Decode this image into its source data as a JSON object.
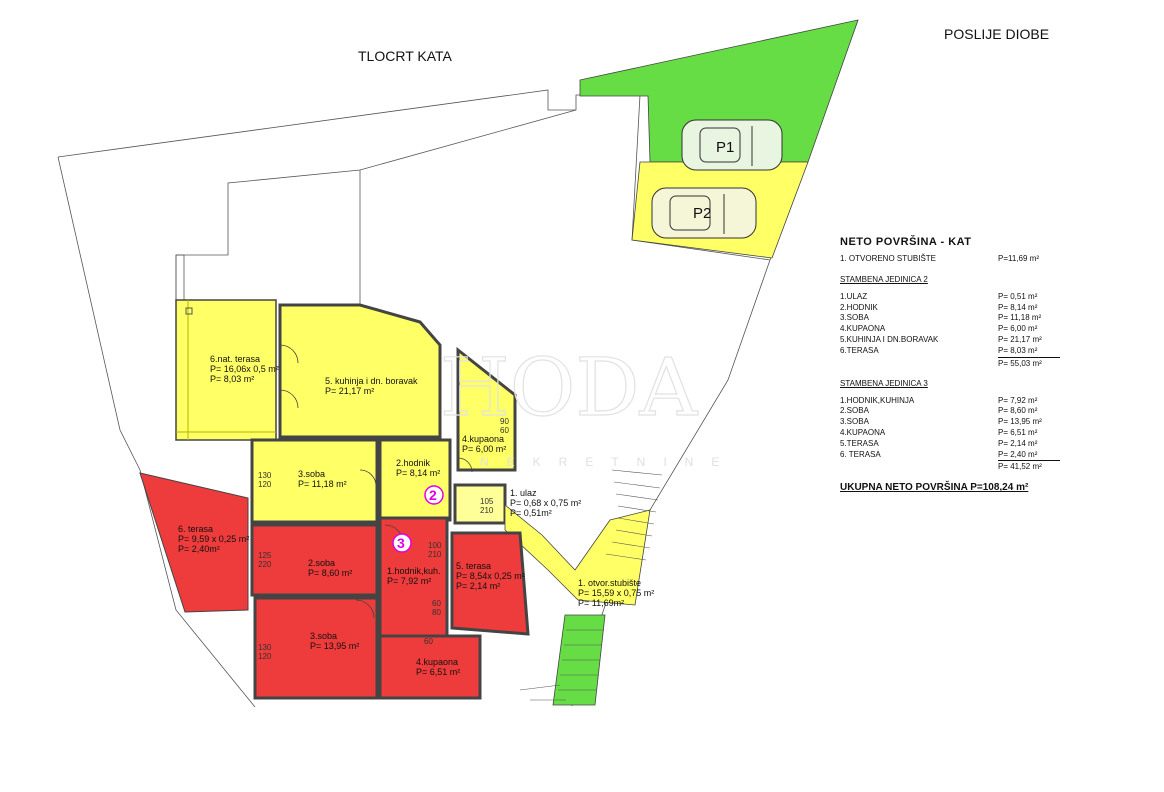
{
  "titles": {
    "plan": "TLOCRT KATA",
    "after": "POSLIJE  DIOBE"
  },
  "colors": {
    "unit2": "#ffff66",
    "unit3": "#ee3b3b",
    "green": "#66dd44",
    "line": "#444444"
  },
  "watermark": {
    "logo": "HODA",
    "sub": "NEKRETNINE"
  },
  "parking": {
    "p1": "P1",
    "p2": "P2"
  },
  "unit_numbers": {
    "u2": "2",
    "u3": "3"
  },
  "rooms": {
    "terasa6": {
      "l1": "6.nat. terasa",
      "l2": "P= 16,06x 0,5 m²",
      "l3": "P= 8,03 m²"
    },
    "kuhinja5": {
      "l1": "5. kuhinja i dn. boravak",
      "l2": "P= 21,17 m²"
    },
    "kupaona4": {
      "l1": "4.kupaona",
      "l2": "P= 6,00 m²"
    },
    "soba3": {
      "l1": "3.soba",
      "l2": "P= 11,18 m²"
    },
    "hodnik2": {
      "l1": "2.hodnik",
      "l2": "P= 8,14 m²"
    },
    "ulaz1": {
      "l1": "1. ulaz",
      "l2": "P= 0,68 x 0,75 m²",
      "l3": "P= 0,51m²"
    },
    "terasa6b": {
      "l1": "6. terasa",
      "l2": "P= 9,59 x 0,25 m²",
      "l3": "P= 2,40m²"
    },
    "soba2b": {
      "l1": "2.soba",
      "l2": "P= 8,60 m²"
    },
    "hodnik1b": {
      "l1": "1.hodnik,kuh.",
      "l2": "P= 7,92 m²"
    },
    "terasa5b": {
      "l1": "5.  terasa",
      "l2": "P= 8,54x 0,25 m²",
      "l3": "P= 2,14 m²"
    },
    "soba3b": {
      "l1": "3.soba",
      "l2": "P= 13,95 m²"
    },
    "kupaona4b": {
      "l1": "4.kupaona",
      "l2": "P= 6,51 m²"
    },
    "stubiste": {
      "l1": "1. otvor.stubište",
      "l2": "P= 15,59 x 0,75 m²",
      "l3": "P= 11,69m²"
    }
  },
  "dims": {
    "d1": "130",
    "d2": "120",
    "d3": "105",
    "d4": "210",
    "d5": "125",
    "d6": "220",
    "d7": "100",
    "d8": "210",
    "d9": "60",
    "d10": "80",
    "d11": "130",
    "d12": "120",
    "d13": "60",
    "d14": "90",
    "d15": "60"
  },
  "legend": {
    "title": "NETO  POVRŠINA -  KAT",
    "stair": {
      "k": "1. OTVORENO STUBIŠTE",
      "v": "P=11,69 m²"
    },
    "unit2_title": "STAMBENA JEDINICA 2",
    "unit2": [
      {
        "k": "1.ULAZ",
        "v": "P=   0,51 m²"
      },
      {
        "k": "2.HODNIK",
        "v": "P=   8,14 m²"
      },
      {
        "k": "3.SOBA",
        "v": "P= 11,18 m²"
      },
      {
        "k": "4.KUPAONA",
        "v": "P=   6,00 m²"
      },
      {
        "k": "5.KUHINJA I DN.BORAVAK",
        "v": "P= 21,17 m²"
      },
      {
        "k": "6.TERASA",
        "v": "P=   8,03 m²"
      }
    ],
    "unit2_sum": "P= 55,03 m²",
    "unit3_title": "STAMBENA JEDINICA 3",
    "unit3": [
      {
        "k": "1.HODNIK,KUHINJA",
        "v": "P=   7,92 m²"
      },
      {
        "k": "2.SOBA",
        "v": "P=   8,60 m²"
      },
      {
        "k": "3.SOBA",
        "v": "P= 13,95 m²"
      },
      {
        "k": "4.KUPAONA",
        "v": "P=   6,51 m²"
      },
      {
        "k": "5.TERASA",
        "v": "P=   2,14 m²"
      },
      {
        "k": "6. TERASA",
        "v": "P=   2,40 m²"
      }
    ],
    "unit3_sum": "P= 41,52 m²",
    "total": "UKUPNA NETO POVRŠINA  P=108,24 m²"
  }
}
